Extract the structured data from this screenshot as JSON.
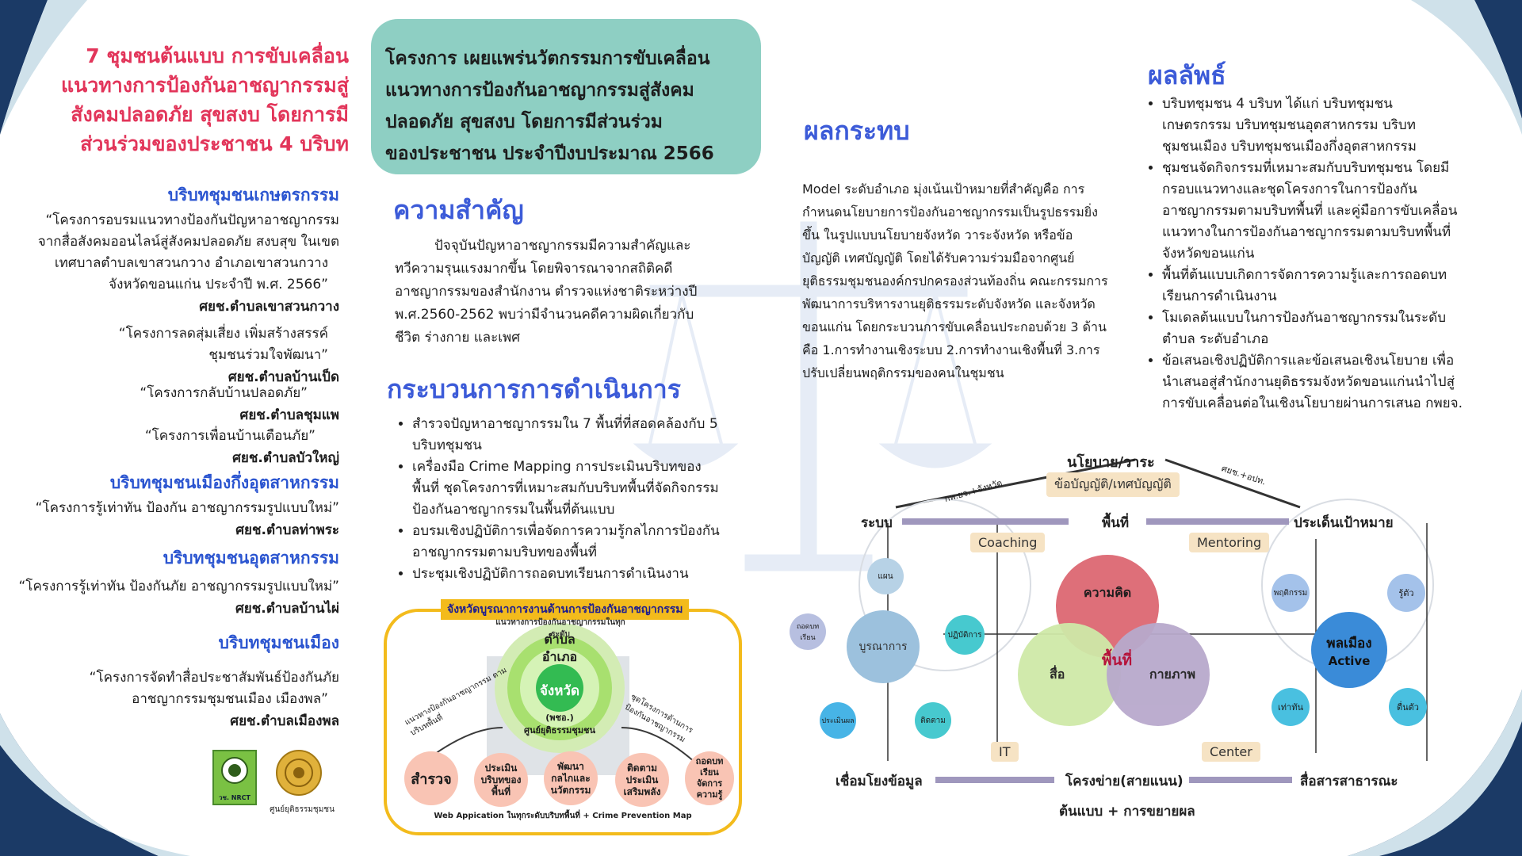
{
  "left": {
    "title_lines": [
      "7 ชุมชนต้นแบบ การขับเคลื่อน",
      "แนวทางการป้องกันอาชญากรรมสู่",
      "สังคมปลอดภัย สุขสงบ โดยการมี",
      "ส่วนร่วมของประชาชน 4 บริบท"
    ],
    "community1": "บริบทชุมชนเกษตรกรรม",
    "p1_lines": [
      "“โครงการอบรมแนวทางป้องกันปัญหาอาชญากรรม",
      "จากสื่อสังคมออนไลน์สู่สังคมปลอดภัย สงบสุข ในเขต",
      "เทศบาลตำบลเขาสวนกวาง  อำเภอเขาสวนกวาง",
      "จังหวัดขอนแก่น  ประจำปี พ.ศ. 2566”"
    ],
    "c1": "ศยช.ตำบลเขาสวนกวาง",
    "p2_lines": [
      "“โครงการลดสุ่มเสี่ยง  เพิ่มสร้างสรรค์",
      "ชุมชนร่วมใจพัฒนา”"
    ],
    "c2": "ศยช.ตำบลบ้านเป็ด",
    "p3": "“โครงการกลับบ้านปลอดภัย”",
    "c3": "ศยช.ตำบลชุมแพ",
    "p4": "“โครงการเพื่อนบ้านเตือนภัย”",
    "c4": "ศยช.ตำบลบัวใหญ่",
    "community2": "บริบทชุมชนเมืองกึ่งอุตสาหกรรม",
    "p5": "“โครงการรู้เท่าทัน ป้องกัน อาชญากรรมรูปแบบใหม่”",
    "c5": "ศยช.ตำบลท่าพระ",
    "community3": "บริบทชุมชนอุตสาหกรรม",
    "p6": "“โครงการรู้เท่าทัน ป้องกันภัย อาชญากรรมรูปแบบใหม่”",
    "c6": "ศยช.ตำบลบ้านไผ่",
    "community4": "บริบทชุมชนเมือง",
    "p7_lines": [
      "“โครงการจัดทำสื่อประชาสัมพันธ์ป้องกันภัย",
      "อาชญากรรมชุมชนเมือง เมืองพล”"
    ],
    "c7": "ศยช.ตำบลเมืองพล",
    "logo1_text": "วช. NRCT",
    "logo2_caption": "ศูนย์ยุติธรรมชุมชน"
  },
  "middle": {
    "header_lines": [
      "โครงการ เผยแพร่นวัตกรรมการขับเคลื่อน",
      "แนวทางการป้องกันอาชญากรรมสู่สังคม",
      "ปลอดภัย สุขสงบ โดยการมีส่วนร่วม",
      "ของประชาชน ประจำปีงบประมาณ 2566"
    ],
    "importance_title": "ความสำคัญ",
    "importance_lines": [
      "ปัจจุบันปัญหาอาชญากรรมมีความสำคัญและ",
      "ทวีความรุนแรงมากขึ้น       โดยพิจารณาจากสถิติคดี",
      "อาชญากรรมของสำนักงาน  ตำรวจแห่งชาติระหว่างปี",
      "พ.ศ.2560-2562  พบว่ามีจำนวนคดีความผิดเกี่ยวกับ",
      "ชีวิต ร่างกาย และเพศ"
    ],
    "process_title": "กระบวนการการดำเนินการ",
    "process_items": [
      "สำรวจปัญหาอาชญากรรมใน 7 พื้นที่ที่สอดคล้องกับ 5 บริบทชุมชน",
      "เครื่องมือ Crime Mapping การประเมินบริบทของพื้นที่ ชุดโครงการที่เหมาะสมกับบริบทพื้นที่จัดกิจกรรมป้องกันอาชญากรรมในพื้นที่ต้นแบบ",
      "อบรมเชิงปฏิบัติการเพื่อจัดการความรู้กลไกการป้องกันอาชญากรรมตามบริบทของพื้นที่",
      "ประชุมเชิงปฏิบัติการถอดบทเรียนการดำเนินงาน"
    ],
    "process_box_title": "จังหวัดบูรณาการงานด้านการป้องกันอาชญากรรม",
    "arc_text": "แนวทางการป้องกันอาชญากรรมในทุกระดับ",
    "core_lines": [
      "ตำบล",
      "อำเภอ",
      "จังหวัด",
      "(พชอ.)",
      "ศูนย์ยุติธรรมชุมชน"
    ],
    "left_curve": "แนวทางป้องกันอาชญากรรม ตามบริบทพื้นที่",
    "right_curve": "ชุดโครงการด้านการป้องกันอาชญากรรม",
    "steps": [
      "สำรวจ",
      "ประเมินบริบทของพื้นที่",
      "พัฒนากลไกและนวัตกรรม",
      "ติดตามประเมินเสริมพลัง",
      "ถอดบทเรียนจัดการความรู้"
    ],
    "footer": "Web Appication ในทุกระดับบริบทพื้นที่ + Crime Prevention Map"
  },
  "impact": {
    "title": "ผลกระทบ",
    "lines": [
      "Model ระดับอำเภอ  มุ่งเน้นเป้าหมายที่สำคัญคือ การ",
      "กำหนดนโยบายการป้องกันอาชญากรรมเป็นรูปธรรมยิ่ง",
      "ขึ้น  ในรูปแบบนโยบายจังหวัด  วาระจังหวัด  หรือข้อ",
      "บัญญัติ  เทศบัญญัติ  โดยได้รับความร่วมมือจากศูนย์",
      "ยุติธรรมชุมชนองค์กรปกครองส่วนท้องถิ่น คณะกรรมการ",
      "พัฒนาการบริหารงานยุติธรรมระดับจังหวัด   และจังหวัด",
      "ขอนแก่น โดยกระบวนการขับเคลื่อนประกอบด้วย 3 ด้าน",
      "คือ 1.การทำงานเชิงระบบ 2.การทำงานเชิงพื้นที่ 3.การ",
      "ปรับเปลี่ยนพฤติกรรมของคนในชุมชน"
    ]
  },
  "results": {
    "title": "ผลลัพธ์",
    "items": [
      [
        "บริบทชุมชน 4 บริบท ได้แก่ บริบทชุมชน",
        "เกษตรกรรม  บริบทชุมชนอุตสาหกรรม  บริบท",
        "ชุมชนเมือง  บริบทชุมชนเมืองกึ่งอุตสาหกรรม"
      ],
      [
        "ชุมชนจัดกิจกรรมที่เหมาะสมกับบริบทชุมชน โดยมี",
        "กรอบแนวทางและชุดโครงการในการป้องกัน",
        "อาชญากรรมตามบริบทพื้นที่ และคู่มือการขับเคลื่อน",
        "แนวทางในการป้องกันอาชญากรรมตามบริบทพื้นที่",
        "จังหวัดขอนแก่น"
      ],
      [
        "พื้นที่ต้นแบบเกิดการจัดการความรู้และการถอดบท",
        "เรียนการดำเนินงาน"
      ],
      [
        "โมเดลต้นแบบในการป้องกันอาชญากรรมในระดับ",
        "ตำบล ระดับอำเภอ"
      ],
      [
        "ข้อเสนอเชิงปฏิบัติการและข้อเสนอเชิงนโยบาย เพื่อ",
        "นำเสนอสู่สำนักงานยุติธรรมจังหวัดขอนแก่นนำไปสู่",
        "การขับเคลื่อนต่อในเชิงนโยบายผ่านการเสนอ กพยจ."
      ]
    ]
  },
  "model": {
    "top": "นโยบาย/วาระ",
    "top_sub": "ข้อบัญญัติ/เทศบัญญัติ",
    "left_slant": "กพ.ยจ.+จังหวัด",
    "right_slant": "ศยช.+อปท.",
    "row1": [
      "ระบบ",
      "พื้นที่",
      "ประเด็นเป้าหมาย"
    ],
    "coaching": "Coaching",
    "mentoring": "Mentoring",
    "left_center": "บูรณาการ",
    "left_nodes": [
      "แผน",
      "ปฏิบัติการ",
      "ติดตาม",
      "ประเมินผล",
      "ถอดบทเรียน"
    ],
    "center": "พื้นที่",
    "petals": [
      "ความคิด",
      "สื่อ",
      "กายภาพ"
    ],
    "right_center_lines": [
      "พลเมือง",
      "Active"
    ],
    "right_nodes": [
      "พฤติกรรม",
      "รู้ตัว",
      "ตื่นตัว",
      "เท่าทัน"
    ],
    "it": "IT",
    "center_tag": "Center",
    "row2": [
      "เชื่อมโยงข้อมูล",
      "โครงข่าย(สายแนน)",
      "สื่อสารสาธารณะ"
    ],
    "bottom": "ต้นแบบ + การขยายผล"
  }
}
